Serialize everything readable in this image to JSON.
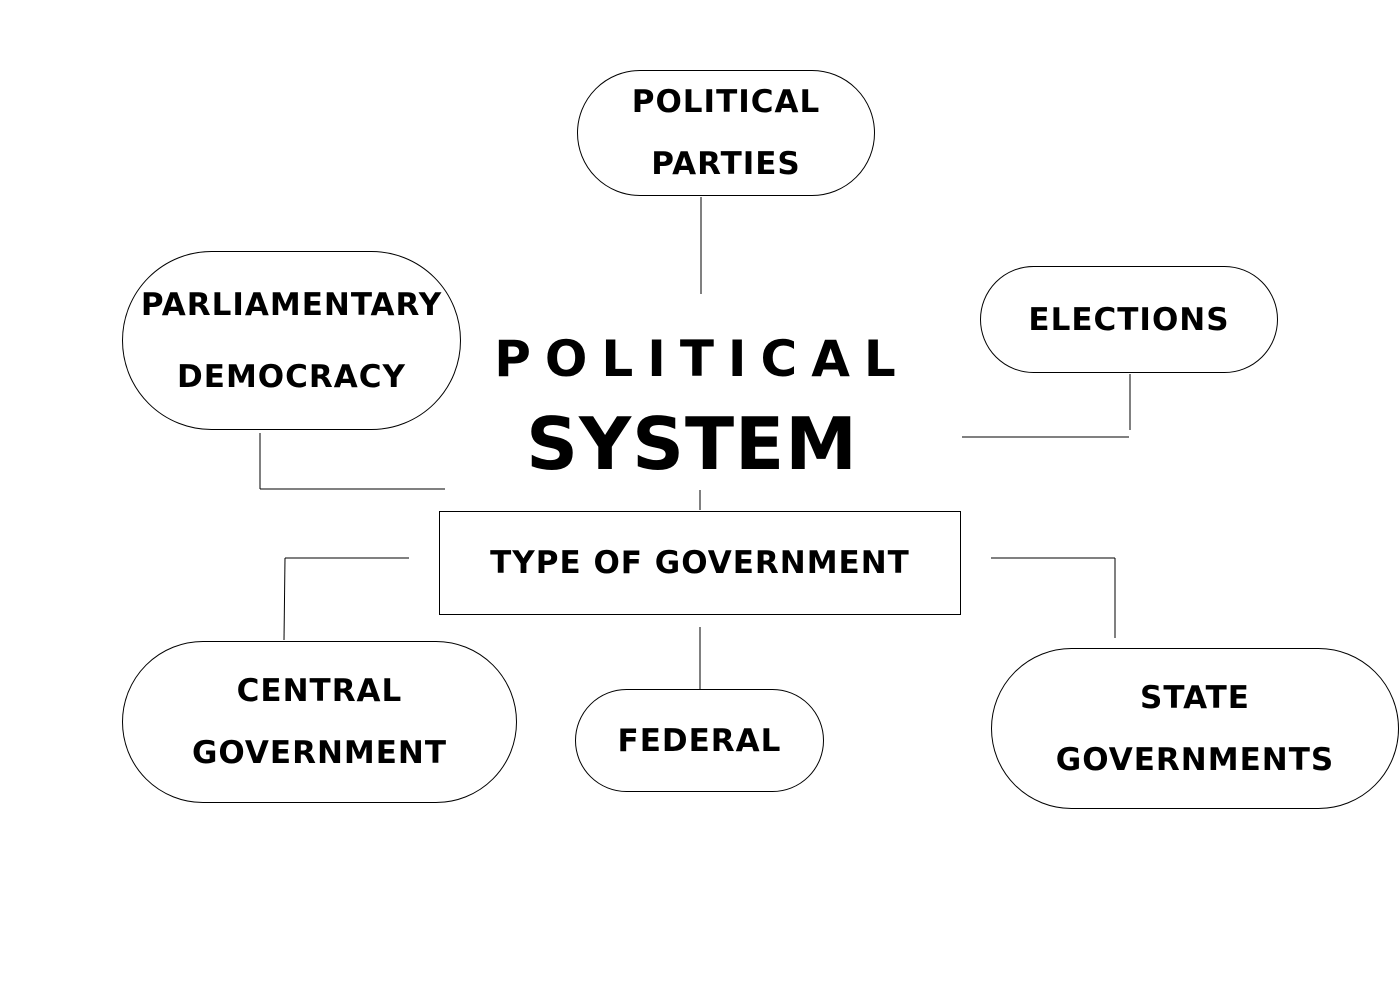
{
  "diagram": {
    "title": {
      "line1": "POLITICAL",
      "line2": "SYSTEM"
    },
    "nodes": {
      "political_parties": [
        "POLITICAL",
        "PARTIES"
      ],
      "parliamentary_democracy": [
        "PARLIAMENTARY",
        "DEMOCRACY"
      ],
      "elections": [
        "ELECTIONS"
      ],
      "type_of_government": [
        "TYPE OF GOVERNMENT"
      ],
      "central_government": [
        "CENTRAL",
        "GOVERNMENT"
      ],
      "federal": [
        "FEDERAL"
      ],
      "state_governments": [
        "STATE",
        "GOVERNMENTS"
      ]
    }
  }
}
